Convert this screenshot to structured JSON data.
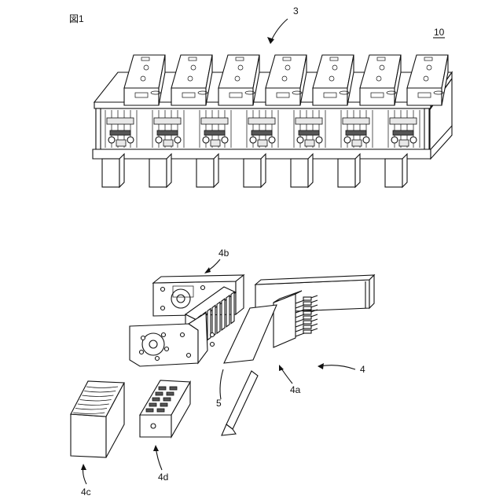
{
  "figure": {
    "title": "図1"
  },
  "labels": {
    "assembly": "3",
    "device": "10",
    "plate_4b": "4b",
    "unit_4": "4",
    "part_4a": "4a",
    "sheet_5": "5",
    "block_4c": "4c",
    "block_4d": "4d"
  }
}
